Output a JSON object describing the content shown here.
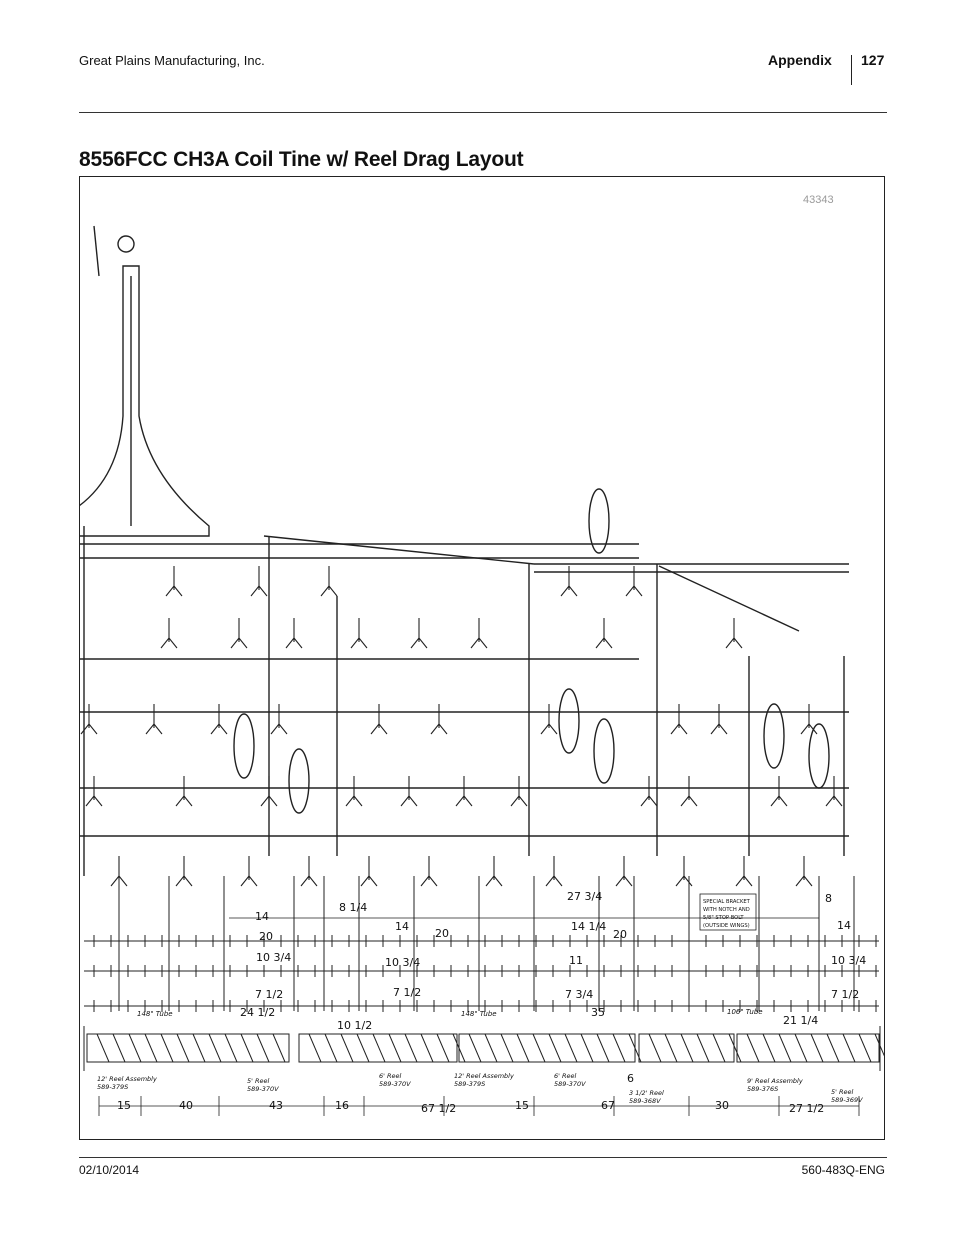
{
  "header": {
    "company": "Great Plains Manufacturing, Inc.",
    "section": "Appendix",
    "page_number": "127"
  },
  "title": "8556FCC CH3A Coil Tine w/ Reel Drag Layout",
  "figure": {
    "number": "43343",
    "dimensions_upper": [
      "14",
      "20",
      "10 3/4",
      "7 1/2",
      "24 1/2",
      "8 1/4",
      "14",
      "20",
      "10 3/4",
      "7 1/2",
      "10 1/2",
      "27 3/4",
      "14 1/4",
      "20",
      "11",
      "7 3/4",
      "35",
      "8",
      "14",
      "10 3/4",
      "7 1/2",
      "21 1/4",
      "6"
    ],
    "tube_labels": [
      "148\" Tube",
      "148\" Tube",
      "106\" Tube"
    ],
    "bracket_note": [
      "SPECIAL BRACKET",
      "WITH NOTCH AND",
      "5/8\" STOP BOLT",
      "(OUTSIDE WINGS)"
    ],
    "reel_labels": [
      {
        "name": "12' Reel Assembly",
        "part": "589-379S"
      },
      {
        "name": "5' Reel",
        "part": "589-370V"
      },
      {
        "name": "6' Reel",
        "part": "589-370V"
      },
      {
        "name": "12' Reel Assembly",
        "part": "589-379S"
      },
      {
        "name": "6' Reel",
        "part": "589-370V"
      },
      {
        "name": "3 1/2' Reel",
        "part": "589-368V"
      },
      {
        "name": "9' Reel Assembly",
        "part": "589-376S"
      },
      {
        "name": "5' Reel",
        "part": "589-369V"
      }
    ],
    "bottom_dimensions": [
      "15",
      "40",
      "43",
      "16",
      "67 1/2",
      "15",
      "67",
      "6",
      "30",
      "27 1/2"
    ]
  },
  "footer": {
    "date": "02/10/2014",
    "doc_number": "560-483Q-ENG"
  }
}
